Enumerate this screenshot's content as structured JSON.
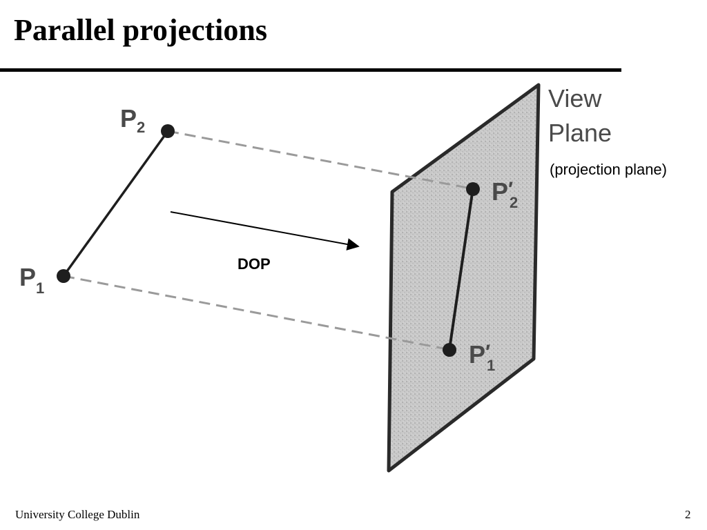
{
  "slide": {
    "title": "Parallel projections",
    "footer_institution": "University College Dublin",
    "page_number": "2"
  },
  "diagram": {
    "view_plane_line1": "View",
    "view_plane_line2": "Plane",
    "projection_plane_note": "(projection plane)",
    "dop_label": "DOP",
    "p1_letter": "P",
    "p1_sub": "1",
    "p2_letter": "P",
    "p2_sub": "2",
    "p1_proj_letter": "P",
    "p1_proj_prime": "′",
    "p1_proj_sub": "1",
    "p2_proj_letter": "P",
    "p2_proj_prime": "′",
    "p2_proj_sub": "2"
  },
  "colors": {
    "plane_fill": "#c8c8c8",
    "plane_edge": "#2a2a2a",
    "projector_dash": "#9a9a9a",
    "ink": "#1e1e1e",
    "label_gray": "#4a4a4a"
  }
}
